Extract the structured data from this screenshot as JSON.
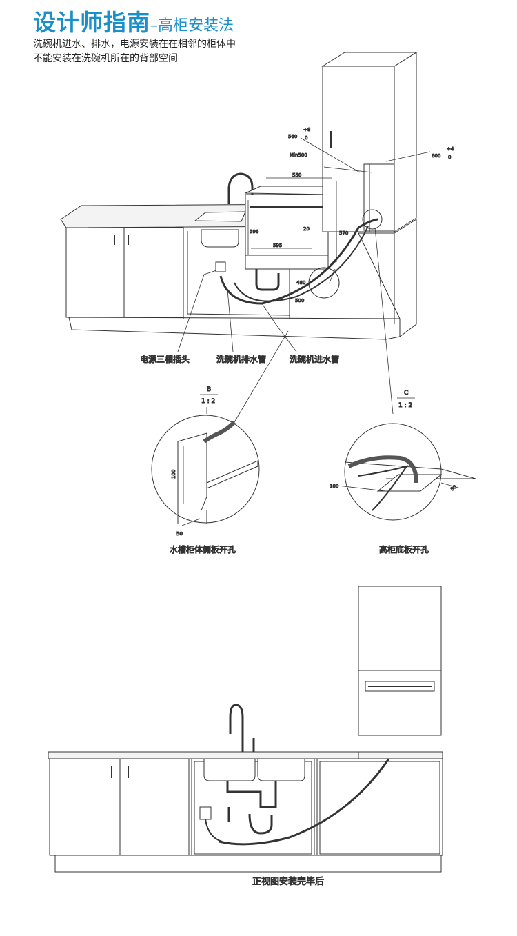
{
  "header": {
    "title_main": "设计师指南",
    "title_sub": "–高柜安装法",
    "line1": "洗碗机进水、排水，电源安装在在相邻的柜体中",
    "line2": "不能安装在洗碗机所在的背部空间"
  },
  "callouts": {
    "power": "电源三相插头",
    "drain": "洗碗机排水管",
    "inlet": "洗碗机进水管"
  },
  "dimensions": {
    "d560": "560",
    "d560_tol_plus": "+8",
    "d560_tol_zero": "0",
    "d600": "600",
    "d600_tol_plus": "+4",
    "d600_tol_zero": "0",
    "min500": "Min500",
    "d550": "550",
    "d595": "595",
    "d596": "596",
    "d570": "570",
    "d20": "20",
    "d480": "480",
    "d500": "500",
    "d100a": "100",
    "d50": "50",
    "d100b": "100",
    "d80": "80"
  },
  "details": {
    "b_letter": "B",
    "b_scale": "1 : 2",
    "b_caption": "水槽柜体侧板开孔",
    "c_letter": "C",
    "c_scale": "1 : 2",
    "c_caption": "高柜底板开孔"
  },
  "bottom": {
    "caption": "正视图安装完毕后"
  }
}
